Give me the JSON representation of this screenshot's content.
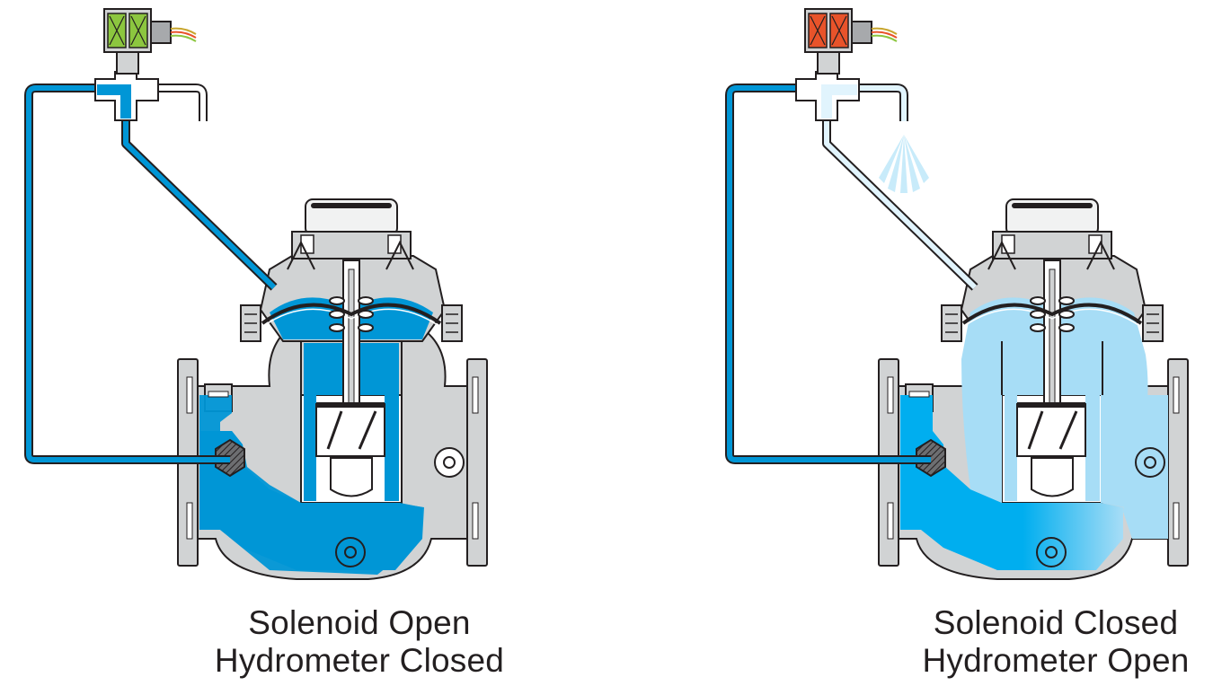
{
  "panels": [
    {
      "id": "left",
      "caption": {
        "line1": "Solenoid Open",
        "line2": "Hydrometer Closed"
      },
      "solenoid_state": "open",
      "solenoid_color": "#8cc63f",
      "water_color": "#0096d6"
    },
    {
      "id": "right",
      "caption": {
        "line1": "Solenoid Closed",
        "line2": "Hydrometer Open"
      },
      "solenoid_state": "closed",
      "solenoid_color": "#e8532a",
      "water_color": "#00aeef",
      "light_water_color": "#a7ddf6"
    }
  ],
  "colors": {
    "outline": "#231f20",
    "body_grey": "#d1d3d4",
    "cap_grey": "#f1f2f2"
  }
}
